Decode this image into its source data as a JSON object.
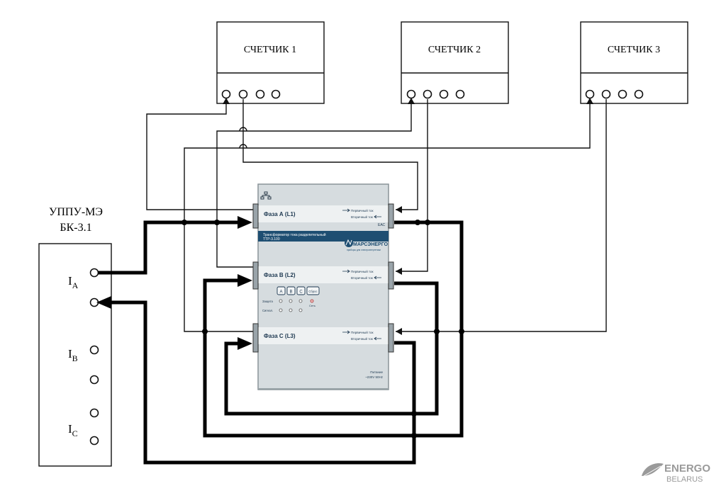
{
  "meters": [
    {
      "label": "СЧЕТЧИК 1"
    },
    {
      "label": "СЧЕТЧИК 2"
    },
    {
      "label": "СЧЕТЧИК 3"
    }
  ],
  "uppu": {
    "title_line1": "УППУ-МЭ",
    "title_line2": "БК-3.1",
    "terminals": [
      {
        "main": "I",
        "sub": "A"
      },
      {
        "main": "I",
        "sub": "B"
      },
      {
        "main": "I",
        "sub": "C"
      }
    ]
  },
  "device": {
    "name_line1": "Трансформатор тока разделительный",
    "name_line2": "ТТР-3.100",
    "brand": "МАРСЭНЕРГО",
    "brand_tagline": "приборы для электроэнергетики",
    "eac": "ЕАС",
    "phases": [
      {
        "label": "Фаза А (L1)",
        "primary": "Первичный ток",
        "secondary": "Вторичный ток"
      },
      {
        "label": "Фаза В (L2)",
        "primary": "Первичный ток",
        "secondary": "Вторичный ток"
      },
      {
        "label": "Фаза С (L3)",
        "primary": "Первичный ток",
        "secondary": "Вторичный ток"
      }
    ],
    "buttons": [
      "А",
      "В",
      "С",
      "Сброс"
    ],
    "row_protection": "Защита",
    "row_signal": "Сигнал.",
    "network_label": "Сеть",
    "power_line1": "Питание",
    "power_line2": "~230V 50Hz"
  },
  "watermark": {
    "line1": "ENERGO",
    "line2": "BELARUS"
  },
  "colors": {
    "device_body": "#d6dcdf",
    "device_band": "#1e4e72",
    "wire": "#000000"
  }
}
